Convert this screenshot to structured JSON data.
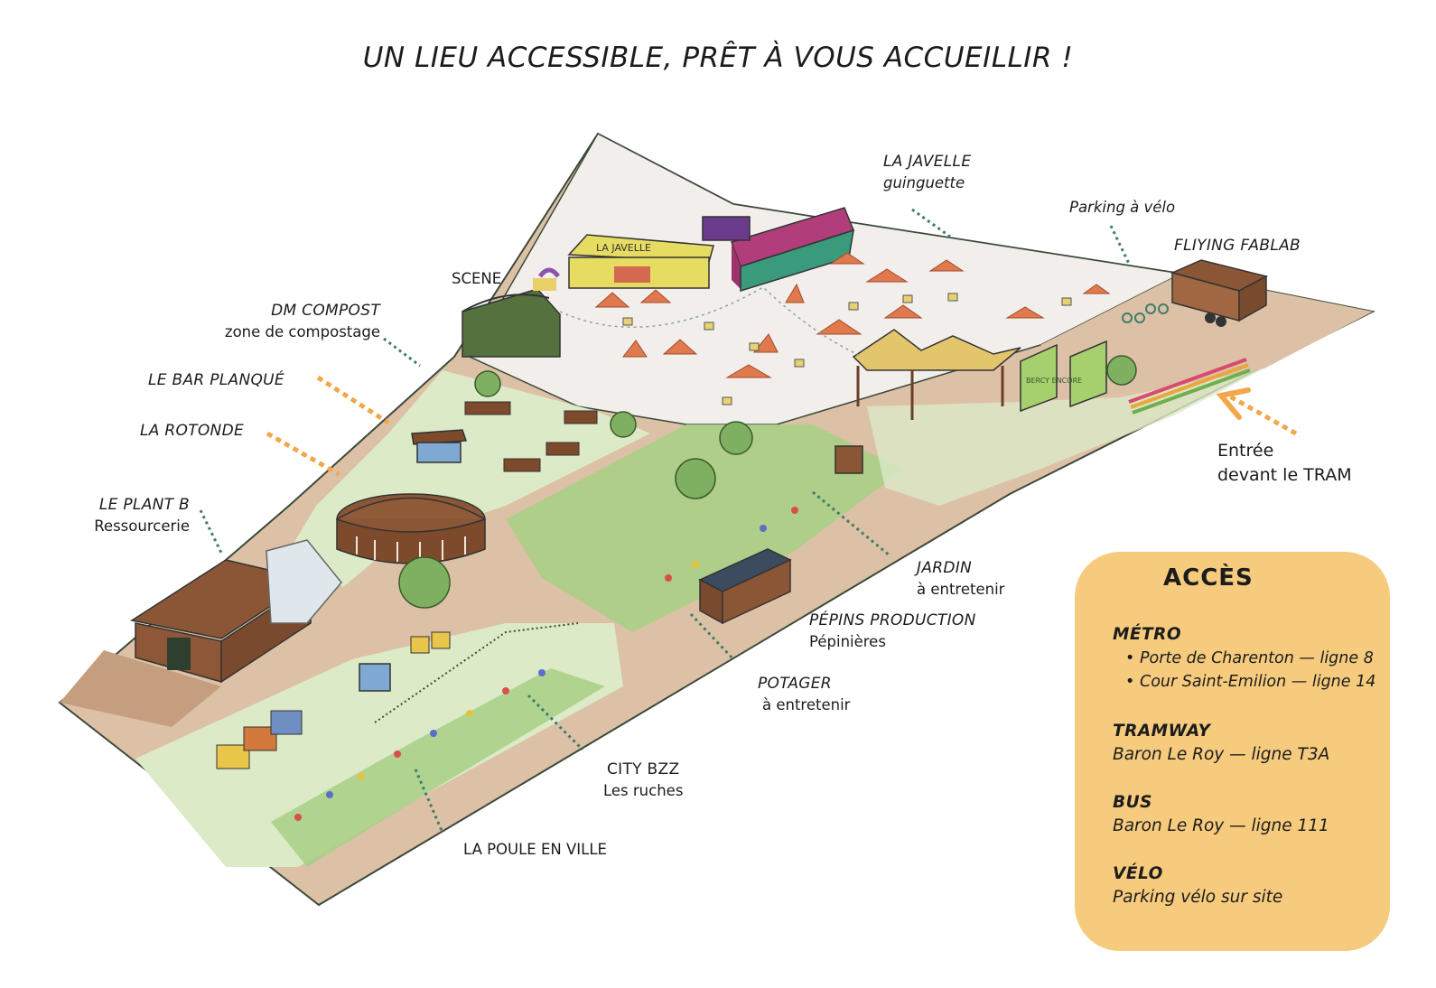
{
  "title": "UN LIEU ACCESSIBLE, PRÊT À VOUS ACCUEILLIR !",
  "colors": {
    "path": "#dcc1a6",
    "lawn": "#dceac8",
    "green_area": "#a9cf86",
    "plaza": "#f1eeeb",
    "wood": "#8b5636",
    "accent_arrow": "#f2a74a",
    "teal_arrow": "#3f7d6b",
    "panel": "#f6cb7d",
    "parasol": "#e07a4e"
  },
  "map_labels": {
    "javelle": {
      "name": "LA JAVELLE",
      "sub": "guinguette"
    },
    "parking_velo": {
      "name": "Parking à vélo"
    },
    "fablab": {
      "name": "FLIYING FABLAB"
    },
    "scene": {
      "name": "SCENE"
    },
    "compost": {
      "name": "DM COMPOST",
      "sub": "zone de compostage"
    },
    "bar": {
      "name": "LE BAR PLANQUÉ"
    },
    "rotonde": {
      "name": "LA ROTONDE"
    },
    "plant_b": {
      "name": "LE PLANT B",
      "sub": "Ressourcerie"
    },
    "entree": {
      "name": "Entrée",
      "sub": "devant le TRAM"
    },
    "jardin": {
      "name": "JARDIN",
      "sub": "à entretenir"
    },
    "pepins": {
      "name": "PÉPINS PRODUCTION",
      "sub": "Pépinières"
    },
    "potager": {
      "name": "POTAGER",
      "sub": "à entretenir"
    },
    "city_bzz": {
      "name": "CITY BZZ",
      "sub": "Les ruches"
    },
    "poule": {
      "name": "LA POULE EN VILLE"
    }
  },
  "map_signage": {
    "javelle_sign": "LA JAVELLE",
    "bercy_sign": "BERCY ENCORE"
  },
  "access": {
    "title": "ACCÈS",
    "metro": {
      "heading": "MÉTRO",
      "items": [
        "Porte de Charenton — ligne 8",
        "Cour Saint-Emilion — ligne 14"
      ]
    },
    "tramway": {
      "heading": "TRAMWAY",
      "text": "Baron Le Roy — ligne T3A"
    },
    "bus": {
      "heading": "BUS",
      "text": "Baron Le Roy — ligne 111"
    },
    "velo": {
      "heading": "VÉLO",
      "text": "Parking vélo sur site"
    }
  }
}
